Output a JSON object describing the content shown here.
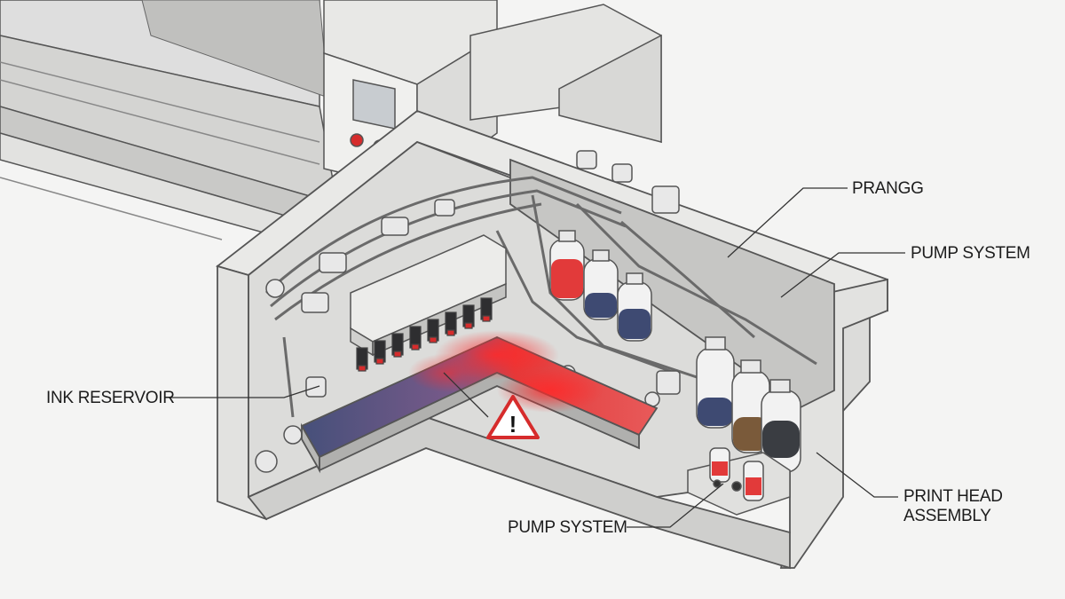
{
  "labels": {
    "prangg": "PRANGG",
    "pump_system_top": "PUMP SYSTEM",
    "ink_reservoir": "INK RESERVOIR",
    "pump_system_bottom": "PUMP SYSTEM",
    "print_head_line1": "PRINT HEAD",
    "print_head_line2": "ASSEMBLY"
  },
  "warning_symbol": "!",
  "colors": {
    "ink_red": "#e23a3a",
    "ink_navy": "#3e4a72",
    "ink_brown": "#7a5a3a",
    "ink_black": "#3a3d42",
    "warning_red": "#d62c2c",
    "control_button": "#d62c2c"
  },
  "icons": [
    "warning-triangle-icon"
  ]
}
